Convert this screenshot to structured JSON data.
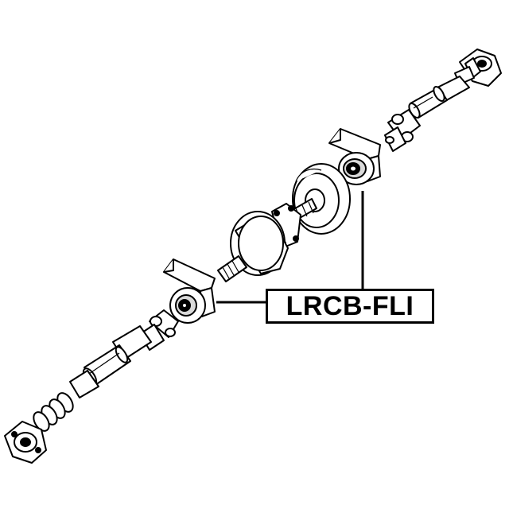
{
  "part_number": "LRCB-FLI",
  "colors": {
    "line": "#000000",
    "fill": "#ffffff",
    "shade": "#d9d9d9"
  },
  "components": [
    "rear-universal-joint",
    "rear-shaft-tube",
    "center-bearing-front-bracket",
    "flange-coupling",
    "splined-stub-shaft",
    "flex-disc",
    "center-bearing-rear-bracket",
    "front-shaft-tube",
    "front-universal-joint"
  ]
}
